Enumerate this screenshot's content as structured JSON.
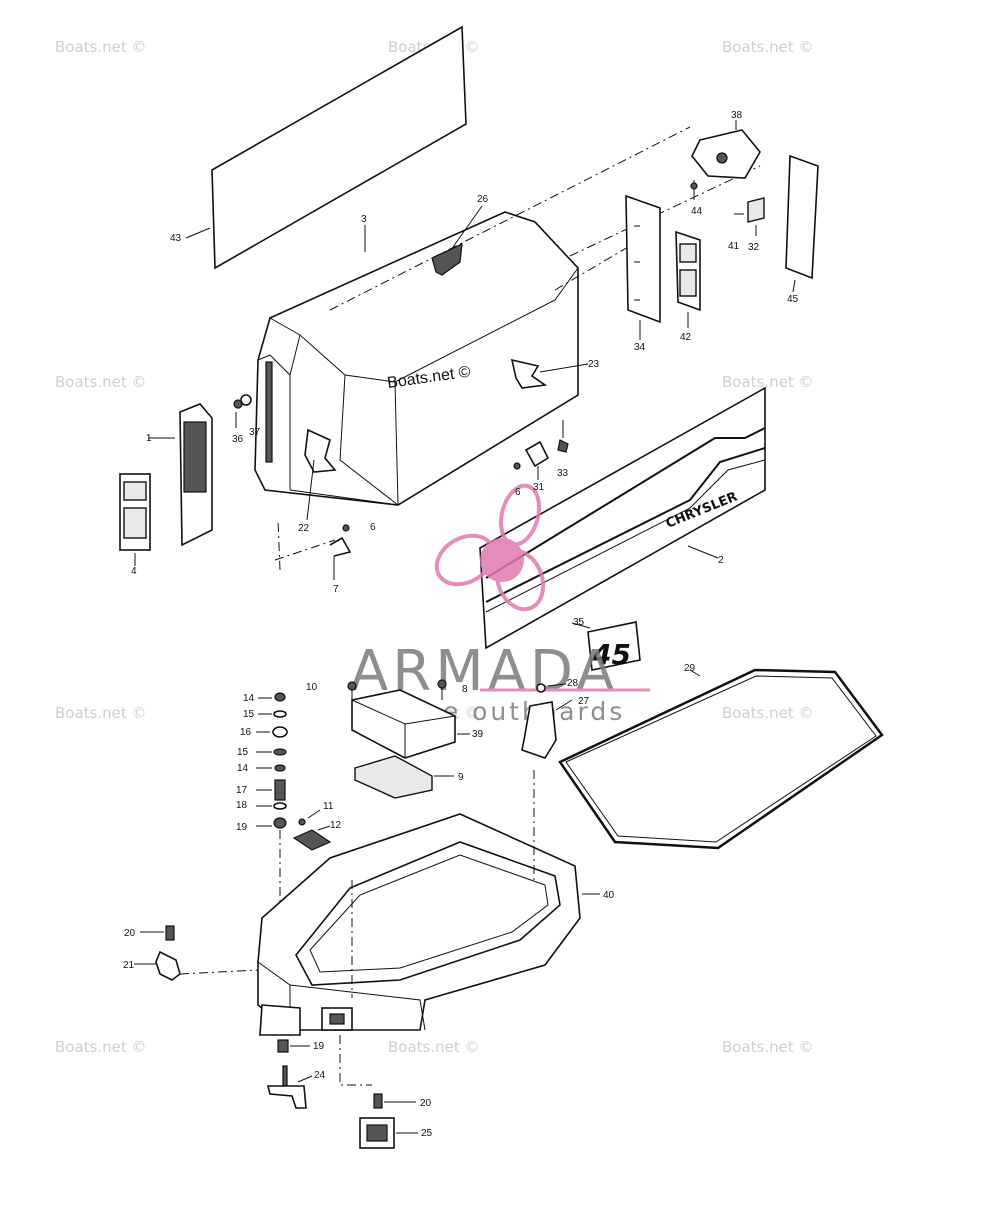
{
  "watermark": {
    "text": "Boats.net ©"
  },
  "center_watermark": {
    "text": "Boats.net ©"
  },
  "logo": {
    "name": "ARMADA",
    "tagline": "marine outboards",
    "accent_color": "#e07ab0"
  },
  "decals": {
    "brand": "CHRYSLER",
    "hp": "45"
  },
  "callouts": [
    "1",
    "2",
    "3",
    "4",
    "6",
    "6",
    "7",
    "8",
    "9",
    "10",
    "11",
    "12",
    "14",
    "14",
    "15",
    "15",
    "16",
    "17",
    "18",
    "19",
    "19",
    "20",
    "20",
    "21",
    "22",
    "23",
    "24",
    "25",
    "26",
    "27",
    "28",
    "29",
    "31",
    "32",
    "33",
    "34",
    "35",
    "36",
    "37",
    "38",
    "39",
    "40",
    "41",
    "42",
    "43",
    "44",
    "45"
  ]
}
